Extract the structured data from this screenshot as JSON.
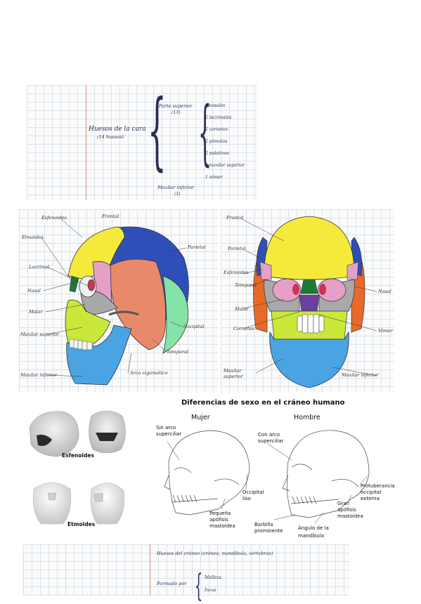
{
  "notes_top": {
    "main_label": "Huesos de la cara",
    "main_sub": "(14 huesos)",
    "group_upper": "Parte superior",
    "group_upper_count": "(13)",
    "group_lower": "Maxilar inferior",
    "group_lower_count": "(1)",
    "items": [
      "2 nasales",
      "2 lacrimales",
      "2 cornetes",
      "2 pómulos",
      "2 palatinos",
      "1 maxilar superior",
      "1 vómer"
    ]
  },
  "skull_lateral": {
    "labels": {
      "esfenoides": "Esfenoides",
      "frontal": "Frontal",
      "etmoides": "Etmoides",
      "parietal": "Parietal",
      "lacrimal": "Lacrimal",
      "nasal": "Nasal",
      "malar": "Malar",
      "occipital": "Occipital",
      "maxilar_superior": "Maxilar superior",
      "temporal": "Temporal",
      "maxilar_inferior": "Maxilar inferior",
      "arco": "Arco cigomático"
    }
  },
  "skull_frontal": {
    "labels": {
      "frontal": "Frontal",
      "parietal": "Parietal",
      "esfenoides": "Esfenoides",
      "temporal": "Temporal",
      "nasal": "Nasal",
      "malar": "Malar",
      "cornetes": "Cornetes",
      "vomer": "Vómer",
      "maxilar_superior": "Maxilar superior",
      "maxilar_inferior": "Maxilar inferior"
    }
  },
  "bones3d": {
    "esfenoides": "Esfenoides",
    "etmoides": "Etmoides"
  },
  "sex_diff": {
    "title": "Diferencias de sexo en el cráneo humano",
    "female": "Mujer",
    "male": "Hombre",
    "labels": {
      "sin_arco": "Sin arco\nsuperciliar",
      "con_arco": "Con arco\nsuperciliar",
      "occipital_liso": "Occipital\nliso",
      "pequena": "Pequeña\napófisis\nmastoidea",
      "barbilla": "Barbilla\nprominente",
      "angulo": "Ángulo de la\nmandíbula",
      "gran": "Gran\napófisis\nmastoidea",
      "protuberancia": "Protuberancia\noccipital\nexterna"
    }
  },
  "notes_bottom": {
    "line1": "Huesos del cráneo (cráneo, mandíbula, vértebras)",
    "line2": "Formado por",
    "item1": "Malleus",
    "item2": "Incus"
  },
  "colors": {
    "frontal": "#f5ea3c",
    "parietal": "#2f4fb8",
    "temporal": "#e88a6a",
    "occipital": "#86e3a8",
    "esfenoides": "#e5a0c8",
    "maxilar": "#c9e83a",
    "mandibula": "#4aa3e2",
    "malar": "#a9a9a9",
    "nasal": "#1f7a3a",
    "lacrimal": "#cc3355",
    "vomer": "#6a3fa0",
    "orange": "#e86a2a"
  }
}
